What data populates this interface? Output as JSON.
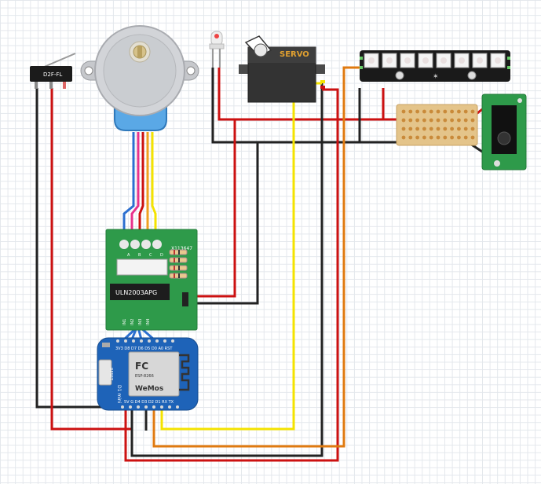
{
  "switch": {
    "label": "D2F-FL"
  },
  "servo": {
    "label": "SERVO"
  },
  "driver": {
    "chip_label": "ULN2003APG",
    "pin_labels": [
      "A",
      "B",
      "C",
      "D"
    ],
    "side_label": "X113647",
    "in_labels": [
      "IN1",
      "IN2",
      "IN3",
      "IN4"
    ]
  },
  "wemos": {
    "top_pins": "3V3 D8 D7 D6 D5 D0 A0 RST",
    "bottom_pins": "5V G D4 D3 D2 D1 RX TX",
    "model": "D1 mini",
    "module": "WeMos",
    "fcc": "FC",
    "module_text": "ESP-8266",
    "reset": "RESET"
  },
  "colors": {
    "wire_red": "#cc1111",
    "wire_black": "#222222",
    "wire_yellow": "#f4e300",
    "wire_orange": "#e07a10",
    "wire_blue": "#2c6fd0",
    "pcb_green": "#2e9a4a",
    "wemos_blue": "#1e63b8"
  }
}
